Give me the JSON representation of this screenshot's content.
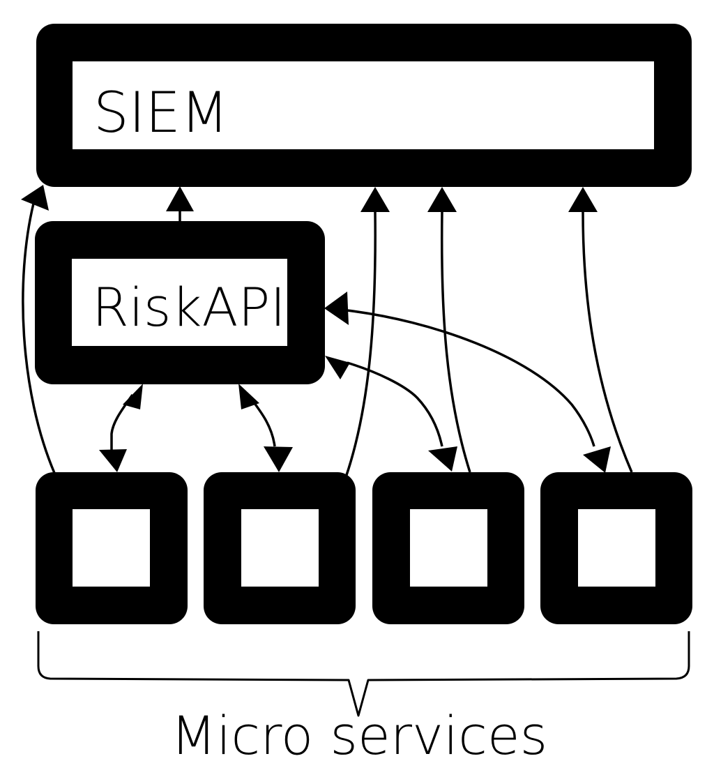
{
  "nodes": {
    "siem": {
      "label": "SIEM"
    },
    "riskapi": {
      "label": "RiskAPI"
    },
    "microservices": [
      {
        "id": "ms1"
      },
      {
        "id": "ms2"
      },
      {
        "id": "ms3"
      },
      {
        "id": "ms4"
      }
    ]
  },
  "group_label": "Micro services",
  "edges": [
    {
      "from": "ms1",
      "to": "siem",
      "direction": "forward"
    },
    {
      "from": "riskapi",
      "to": "siem",
      "direction": "forward"
    },
    {
      "from": "ms2",
      "to": "siem",
      "direction": "forward"
    },
    {
      "from": "ms3",
      "to": "siem",
      "direction": "forward"
    },
    {
      "from": "ms4",
      "to": "siem",
      "direction": "forward"
    },
    {
      "from": "ms1",
      "to": "riskapi",
      "direction": "both"
    },
    {
      "from": "ms2",
      "to": "riskapi",
      "direction": "both"
    },
    {
      "from": "ms3",
      "to": "riskapi",
      "direction": "both"
    },
    {
      "from": "ms4",
      "to": "riskapi",
      "direction": "both"
    }
  ],
  "colors": {
    "foreground": "#000000",
    "background": "#ffffff"
  }
}
